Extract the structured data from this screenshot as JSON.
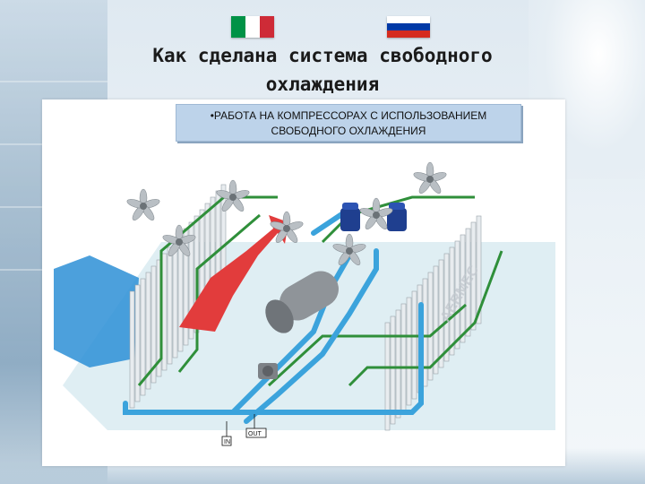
{
  "colors": {
    "water_pipe": "#3ba3dc",
    "glycol_pipe": "#2f8f3a",
    "hot_air": "#e23c3c",
    "cold_air": "#2d8fd6",
    "coil_fin": "#e8ecef",
    "caption_bg": "#bdd3ea"
  },
  "flags": [
    {
      "country": "Italy",
      "colors": [
        "#009246",
        "#ffffff",
        "#ce2b37"
      ]
    },
    {
      "country": "Russia",
      "colors": [
        "#ffffff",
        "#0039a6",
        "#d52b1e"
      ]
    }
  ],
  "title": {
    "line1": "Как сделана система свободного",
    "line2": "охлаждения"
  },
  "caption": {
    "line1": "•РАБОТА НА КОМПРЕССОРАХ С ИСПОЛЬЗОВАНИЕМ",
    "line2": "СВОБОДНОГО ОХЛАЖДЕНИЯ"
  },
  "diagram": {
    "brand_watermark": "AERMEC",
    "port_in": "IN",
    "port_out": "OUT"
  }
}
